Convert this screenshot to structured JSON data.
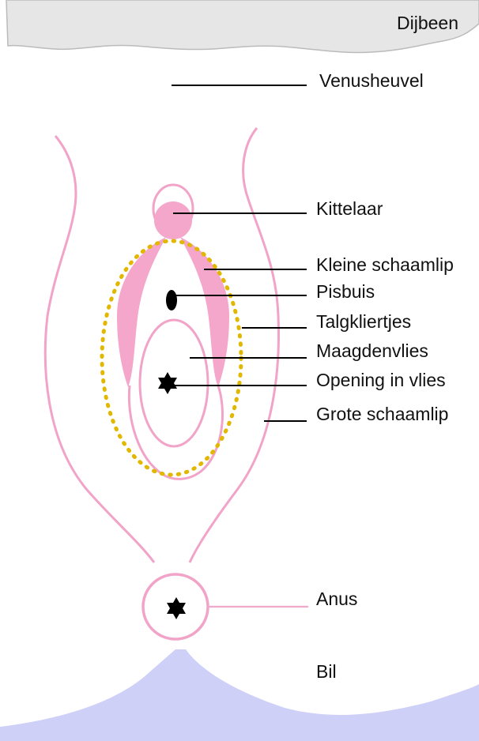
{
  "labels": {
    "dijbeen": "Dijbeen",
    "venusheuvel": "Venusheuvel",
    "kittelaar": "Kittelaar",
    "kleine_schaamlip": "Kleine schaamlip",
    "pisbuis": "Pisbuis",
    "talgkliertjes": "Talgkliertjes",
    "maagdenvlies": "Maagdenvlies",
    "opening_in_vlies": "Opening in vlies",
    "grote_schaamlip": "Grote schaamlip",
    "anus": "Anus",
    "bil": "Bil"
  },
  "colors": {
    "thigh": "#e6e6e6",
    "buttock": "#cfd0f7",
    "pink_outline": "#f2a3c8",
    "pink_fill": "#f5a6cb",
    "dots": "#e2b700",
    "marker": "#000000"
  }
}
